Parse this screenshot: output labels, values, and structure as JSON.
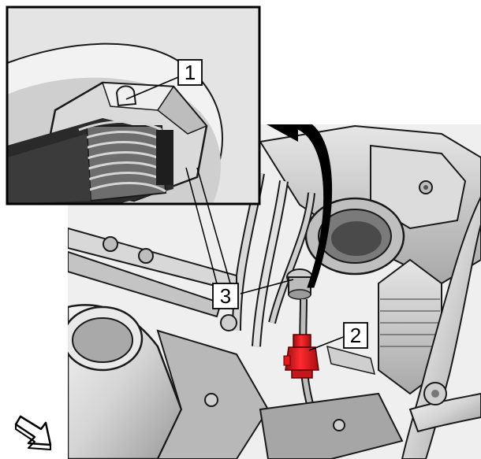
{
  "figure": {
    "callouts": [
      {
        "id": "callout-1",
        "label": "1"
      },
      {
        "id": "callout-2",
        "label": "2"
      },
      {
        "id": "callout-3",
        "label": "3"
      }
    ],
    "colors": {
      "outline": "#1a1a1a",
      "metal": "#d9d9d9",
      "metal_dark": "#8c8c8c",
      "shadow": "#555555",
      "highlight_part": "#e8141a",
      "background": "#ffffff"
    },
    "icons": {
      "direction_arrow": "front-direction-arrow-icon",
      "rotation_arrow": "curved-rotation-arrow-icon"
    }
  }
}
